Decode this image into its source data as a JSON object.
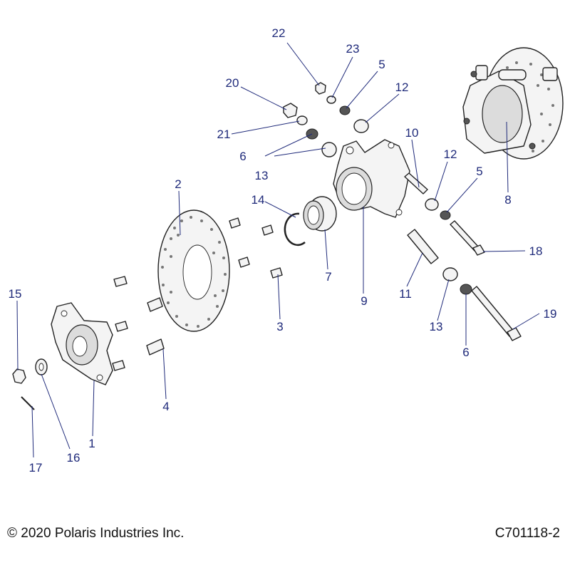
{
  "footer": {
    "copyright": "© 2020 Polaris Industries Inc.",
    "figure_code": "C701118-2"
  },
  "callouts": {
    "c1": "1",
    "c2": "2",
    "c3": "3",
    "c4": "4",
    "c5a": "5",
    "c5b": "5",
    "c6a": "6",
    "c6b": "6",
    "c7": "7",
    "c8": "8",
    "c9": "9",
    "c10": "10",
    "c11": "11",
    "c12a": "12",
    "c12b": "12",
    "c13a": "13",
    "c13b": "13",
    "c14": "14",
    "c15": "15",
    "c16": "16",
    "c17": "17",
    "c18": "18",
    "c19": "19",
    "c20": "20",
    "c21": "21",
    "c22": "22",
    "c23": "23"
  },
  "colors": {
    "callout_text": "#1f2a7a",
    "footer_text": "#111111",
    "background": "#ffffff"
  }
}
